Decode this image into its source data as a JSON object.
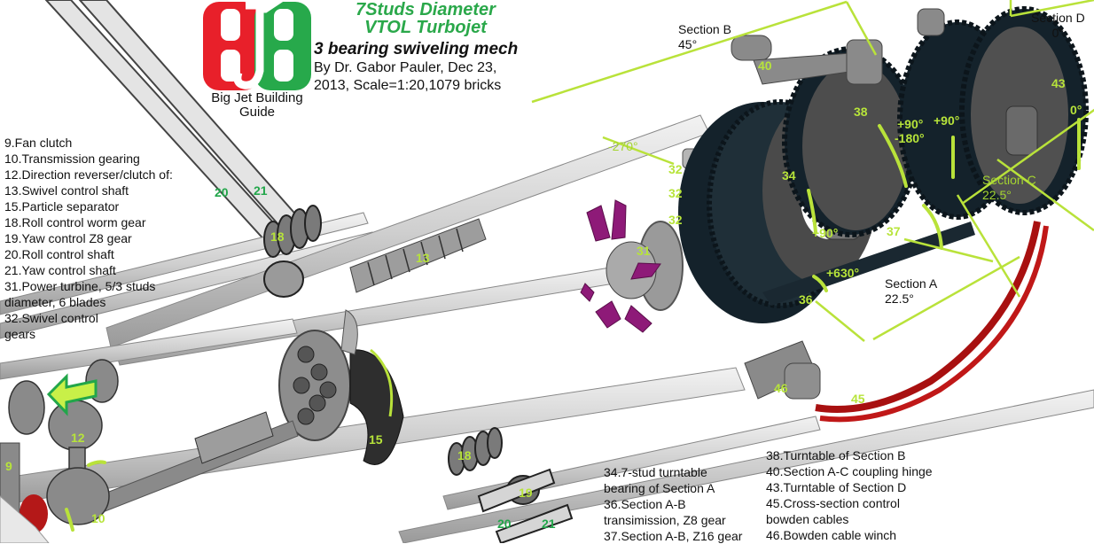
{
  "header": {
    "logo_letters": "BJB",
    "logo_caption_line1": "Big Jet Building",
    "logo_caption_line2": "Guide",
    "title_line1": "7Studs Diameter",
    "title_line2": "VTOL Turbojet",
    "subtitle": "3 bearing swiveling mech",
    "byline_line1": "By Dr. Gabor Pauler, Dec 23,",
    "byline_line2": "2013, Scale=1:20,1079 bricks"
  },
  "colors": {
    "label_lime": "#b7e43a",
    "label_green": "#22a64a",
    "logo_red": "#e8202a",
    "logo_green": "#27a94b",
    "annotation_line": "#b9e23a",
    "part_dark": "#1c2a33",
    "part_gray": "#8a8a8a",
    "turbine_magenta": "#8e1a78",
    "cable_red": "#b01010"
  },
  "legend_left": [
    "9.Fan clutch",
    "10.Transmission gearing",
    "12.Direction reverser/clutch of:",
    "13.Swivel control shaft",
    "15.Particle separator",
    "18.Roll control worm gear",
    "19.Yaw control Z8 gear",
    "20.Roll control shaft",
    "21.Yaw control shaft",
    "31.Power turbine, 5/3 studs",
    "diameter, 6 blades",
    "32.Swivel control",
    "gears"
  ],
  "legend_bottom_mid": [
    "34.7-stud turntable",
    "bearing of Section A",
    "36.Section A-B",
    "transimission, Z8 gear",
    "37.Section A-B, Z16 gear"
  ],
  "legend_bottom_right": [
    "38.Turntable of Section B",
    "40.Section A-C coupling hinge",
    "43.Turntable of Section D",
    "45.Cross-section control",
    "bowden cables",
    "46.Bowden cable winch"
  ],
  "sections": {
    "a": {
      "name": "Section A",
      "angle": "22.5°"
    },
    "b": {
      "name": "Section B",
      "angle": "45°"
    },
    "c": {
      "name": "Section C",
      "angle": "22.5°"
    },
    "d": {
      "name": "Section D",
      "angle": "0°"
    }
  },
  "rotation_labels": {
    "r1": "-270°",
    "r2": "+90°",
    "r3": "+630°",
    "r4": "+90°",
    "r5": "-180°",
    "r6": "+90°",
    "r7": "0°"
  },
  "part_labels": {
    "p9": "9",
    "p10": "10",
    "p12": "12",
    "p13": "13",
    "p15": "15",
    "p18a": "18",
    "p18b": "18",
    "p19": "19",
    "p20a": "20",
    "p21a": "21",
    "p20b": "20",
    "p21b": "21",
    "p31": "31",
    "p32a": "32",
    "p32b": "32",
    "p32c": "32",
    "p34": "34",
    "p36": "36",
    "p37": "37",
    "p38": "38",
    "p40": "40",
    "p43": "43",
    "p45": "45",
    "p46": "46"
  }
}
